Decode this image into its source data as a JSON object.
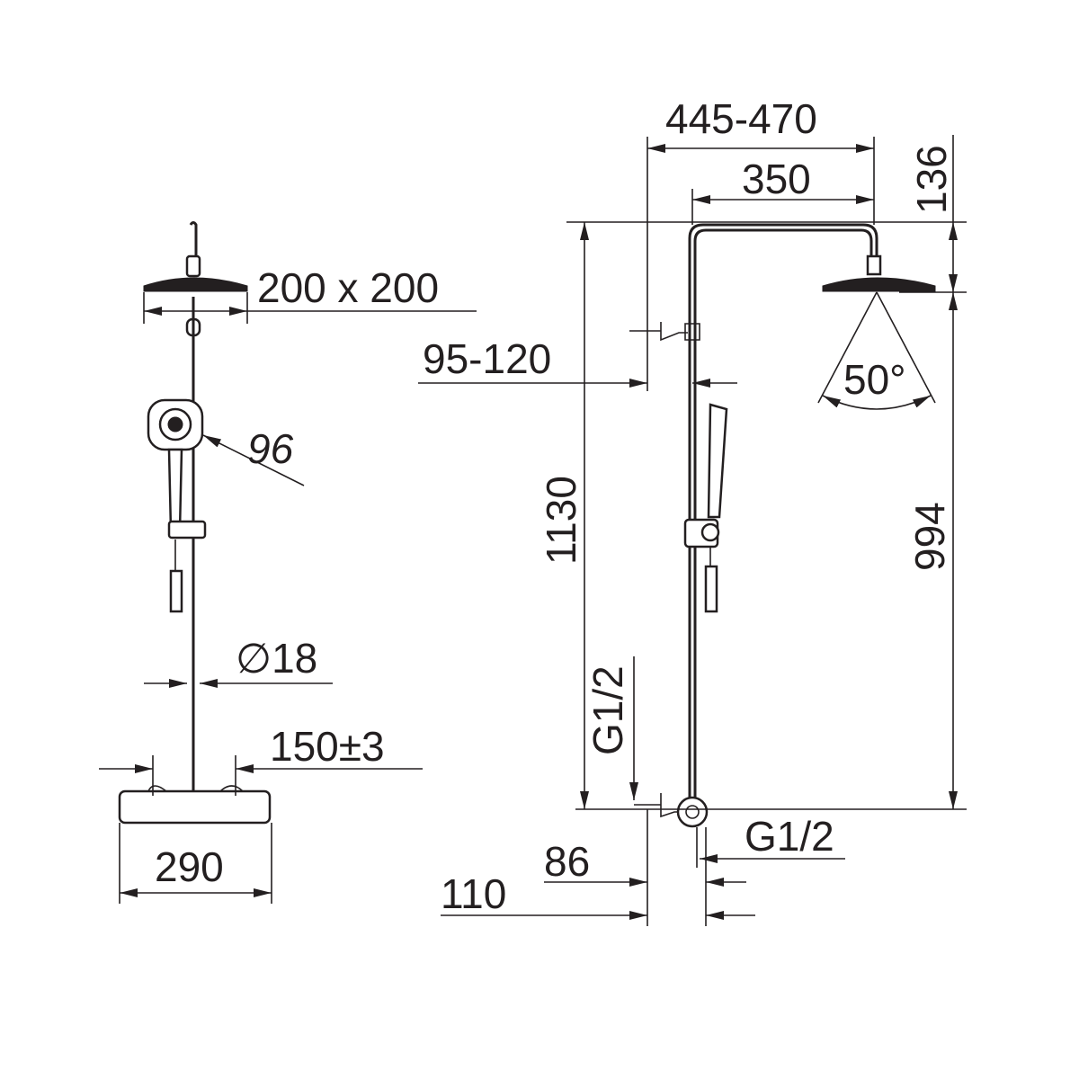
{
  "drawing": {
    "title": "Shower system dimension drawing",
    "line_color": "#231f20",
    "dimensions": {
      "overall_reach": "445-470",
      "arm_length": "350",
      "head_offset": "136",
      "head_size": "200 x 200",
      "wall_distance": "95-120",
      "spray_angle": "50°",
      "hand_shower": "96",
      "total_height": "1130",
      "head_height": "994",
      "pipe_diameter": "∅18",
      "connection_centres": "150±3",
      "inlet_thread_vertical": "G1/2",
      "outlet_thread": "G1/2",
      "mixer_width": "290",
      "mixer_depth_86": "86",
      "mixer_depth_110": "110"
    }
  }
}
